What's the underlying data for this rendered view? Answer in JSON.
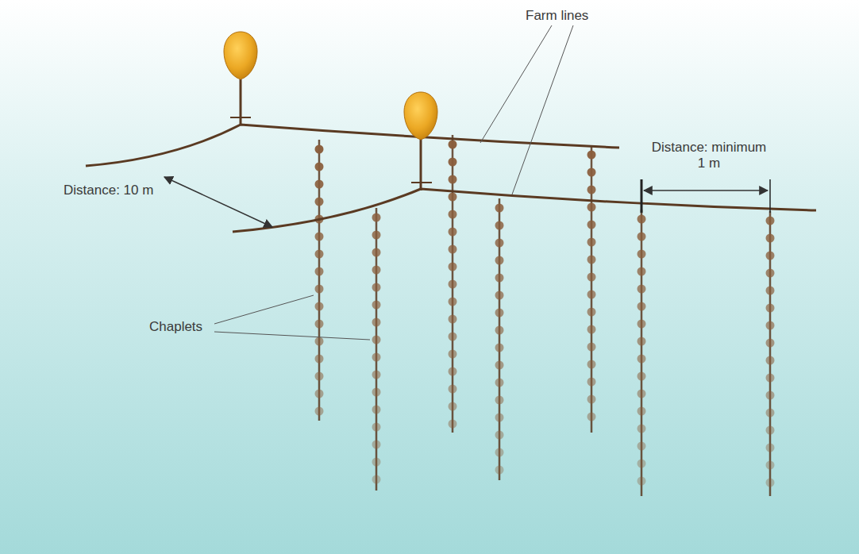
{
  "diagram": {
    "labels": [
      "Farm lines",
      "Distance: minimum 1 m",
      "Distance: 10 m",
      "Chaplets"
    ]
  }
}
